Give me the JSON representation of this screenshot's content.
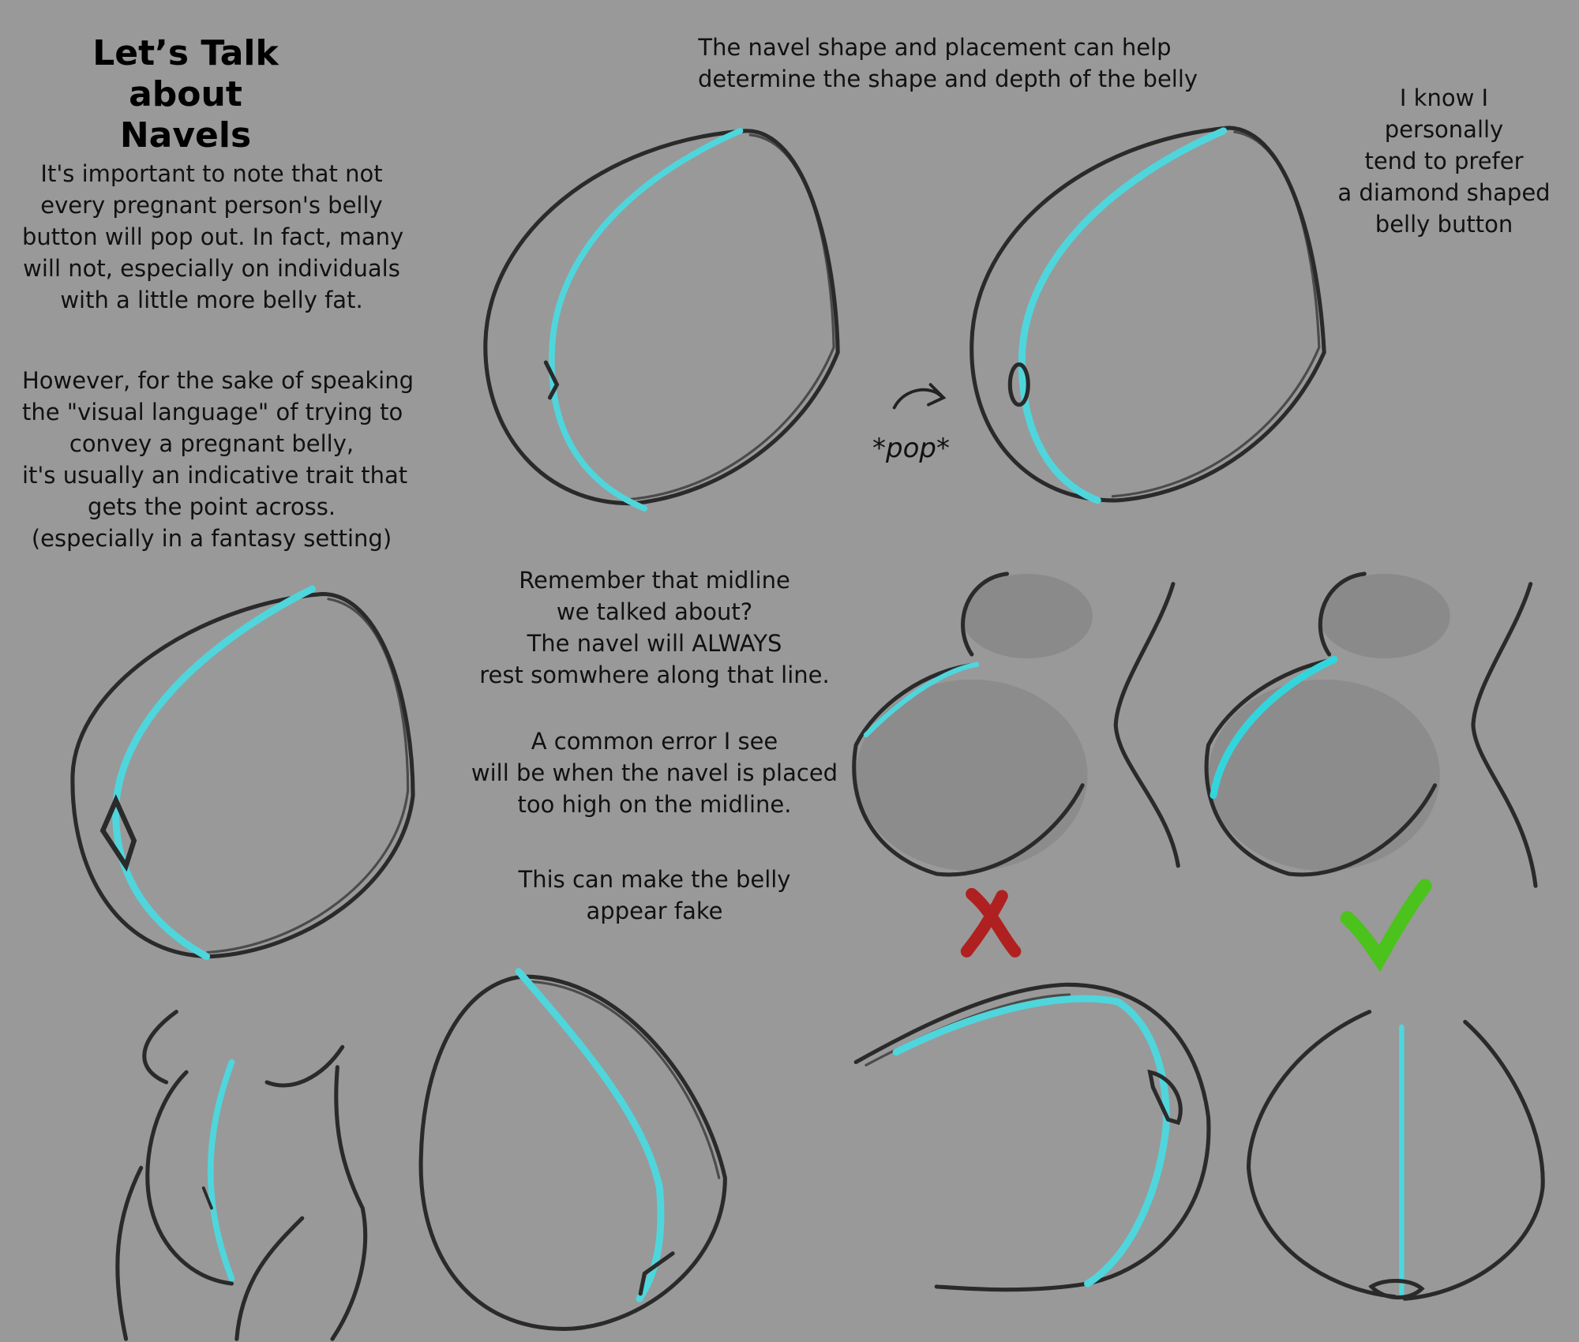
{
  "title": {
    "line1": "Let’s Talk about",
    "line2": "Navels"
  },
  "intro": {
    "paragraph1": [
      "It's important to note that not",
      "every pregnant person's belly",
      "button will pop out. In fact, many",
      "will not, especially on individuals",
      "with a little more belly fat."
    ],
    "paragraph2": [
      "However, for the sake of speaking",
      "the \"visual language\" of trying to",
      "convey a pregnant belly,",
      "it's usually an indicative trait that",
      "gets the point across.",
      "(especially in a fantasy setting)"
    ]
  },
  "top_caption": [
    "The navel shape and placement can help",
    "determine the shape and depth of the belly"
  ],
  "preference_note": [
    "I know I",
    "personally",
    "tend to prefer",
    "a diamond shaped",
    "belly button"
  ],
  "pop_label": "*pop*",
  "midline_note": {
    "paragraph1": [
      "Remember that midline",
      "we talked about?",
      "The navel will ALWAYS",
      "rest somwhere along that line."
    ],
    "paragraph2": [
      "A common error I see",
      "will be when the navel is placed",
      "too high on the midline."
    ],
    "paragraph3": [
      "This can make the belly",
      "appear fake"
    ]
  },
  "colors": {
    "background": "#999999",
    "outline": "#2a2a2a",
    "midline": "#4fd6dc",
    "wrong": "#b02020",
    "right": "#4cc21c"
  },
  "icons": [
    "cross-mark-icon",
    "check-mark-icon",
    "curved-arrow-icon"
  ]
}
